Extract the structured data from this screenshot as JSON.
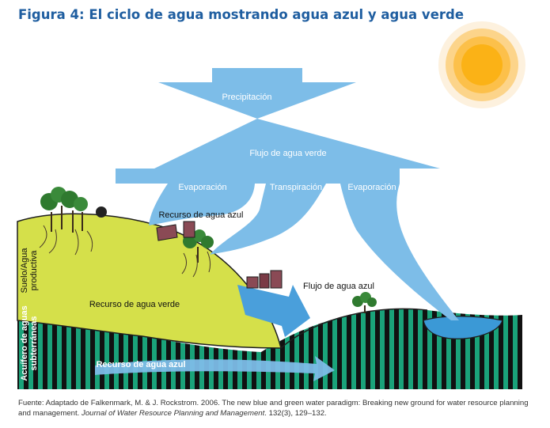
{
  "title": "Figura 4: El ciclo de agua mostrando agua azul y agua verde",
  "labels": {
    "precipitacion": "Precipitación",
    "flujo_verde": "Flujo de agua verde",
    "evaporacion_1": "Evaporación",
    "transpiracion": "Transpiración",
    "evaporacion_2": "Evaporación",
    "recurso_azul_top": "Recurso de agua azul",
    "flujo_azul": "Flujo de agua azul",
    "recurso_verde": "Recurso de agua verde",
    "recurso_azul_bottom": "Recurso de agua azul",
    "suelo_line1": "Suelo/Agua",
    "suelo_line2": "productiva",
    "acuifero_line1": "Acuífero de aguas",
    "acuifero_line2": "subterráneas"
  },
  "caption": {
    "prefix": "Fuente: Adaptado de Falkenmark, M. & J. Rockstrom. 2006. The new blue and green water paradigm: Breaking new ground for water resource planning and management. ",
    "journal": "Journal of Water Resource Planning and Management",
    "suffix": ". 132(3), 129–132."
  },
  "colors": {
    "title": "#1f5ea0",
    "arrow_blue": "#7dbde8",
    "soil_green": "#d5e04a",
    "aquifer_teal": "#1aa37a",
    "sun": "#fbb216"
  }
}
